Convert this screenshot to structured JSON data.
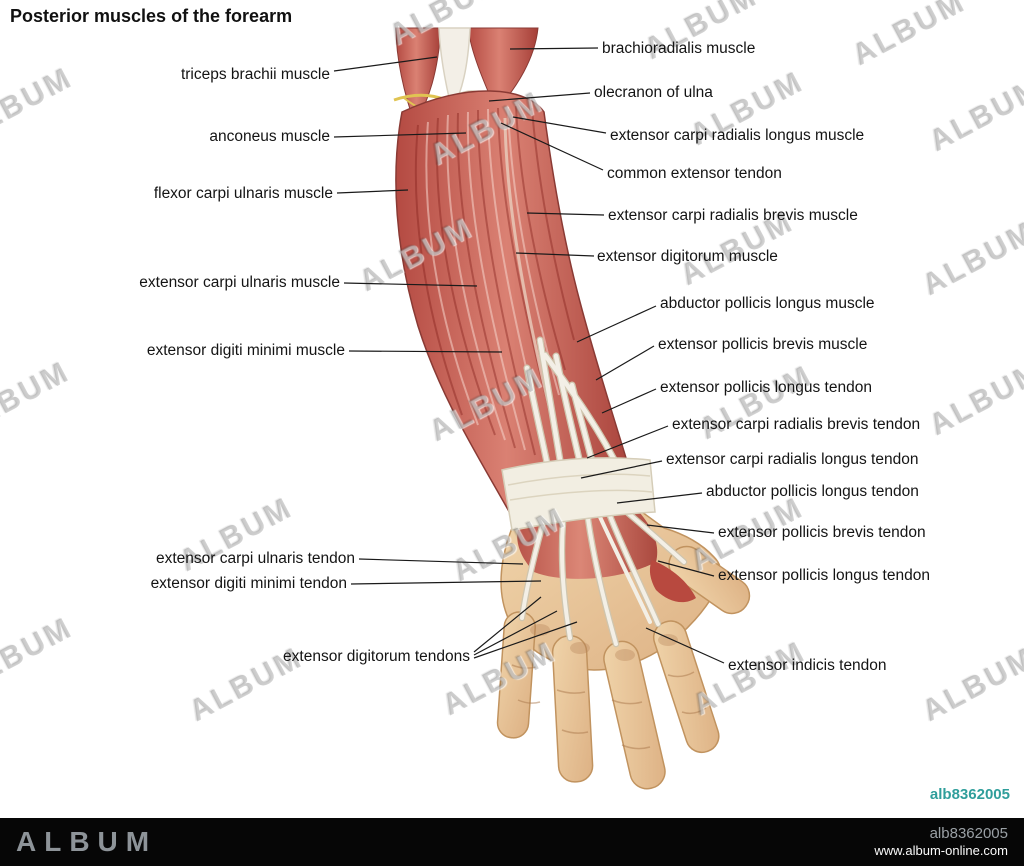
{
  "title": "Posterior muscles of the forearm",
  "watermark": {
    "text": "ALBUM"
  },
  "image_id": "alb8362005",
  "labels": {
    "left": [
      {
        "text": "triceps brachii muscle"
      },
      {
        "text": "anconeus muscle"
      },
      {
        "text": "flexor carpi ulnaris muscle"
      },
      {
        "text": "extensor carpi ulnaris muscle"
      },
      {
        "text": "extensor digiti minimi muscle"
      },
      {
        "text": "extensor carpi ulnaris tendon"
      },
      {
        "text": "extensor digiti minimi tendon"
      },
      {
        "text": "extensor digitorum tendons"
      }
    ],
    "right": [
      {
        "text": "brachioradialis muscle"
      },
      {
        "text": "olecranon of ulna"
      },
      {
        "text": "extensor carpi radialis longus muscle"
      },
      {
        "text": "common extensor tendon"
      },
      {
        "text": "extensor carpi radialis brevis muscle"
      },
      {
        "text": "extensor digitorum muscle"
      },
      {
        "text": "abductor pollicis longus muscle"
      },
      {
        "text": "extensor pollicis brevis muscle"
      },
      {
        "text": "extensor pollicis longus tendon"
      },
      {
        "text": "extensor carpi radialis brevis tendon"
      },
      {
        "text": "extensor carpi radialis longus tendon"
      },
      {
        "text": "abductor pollicis longus tendon"
      },
      {
        "text": "extensor pollicis brevis tendon"
      },
      {
        "text": "extensor pollicis longus tendon"
      },
      {
        "text": "extensor indicis tendon"
      }
    ]
  },
  "footer": {
    "brand": "ALBUM",
    "image_id": "alb8362005",
    "website": "www.album-online.com"
  },
  "colors": {
    "accent_teal": "#2f9e9b",
    "muscle": "#c9574f",
    "skin": "#ecc9a0",
    "tendon": "#f4f1ea"
  }
}
